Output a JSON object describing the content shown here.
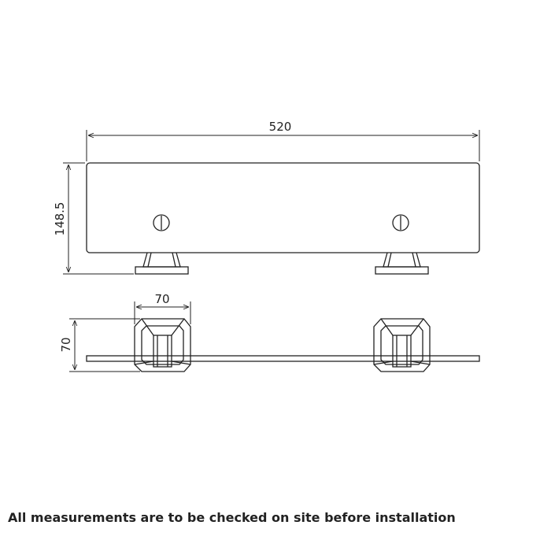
{
  "dimensions": {
    "width": "520",
    "height": "148.5",
    "bracket_width": "70",
    "bracket_depth": "70"
  },
  "footnote": "All measurements are to be checked on site before installation"
}
